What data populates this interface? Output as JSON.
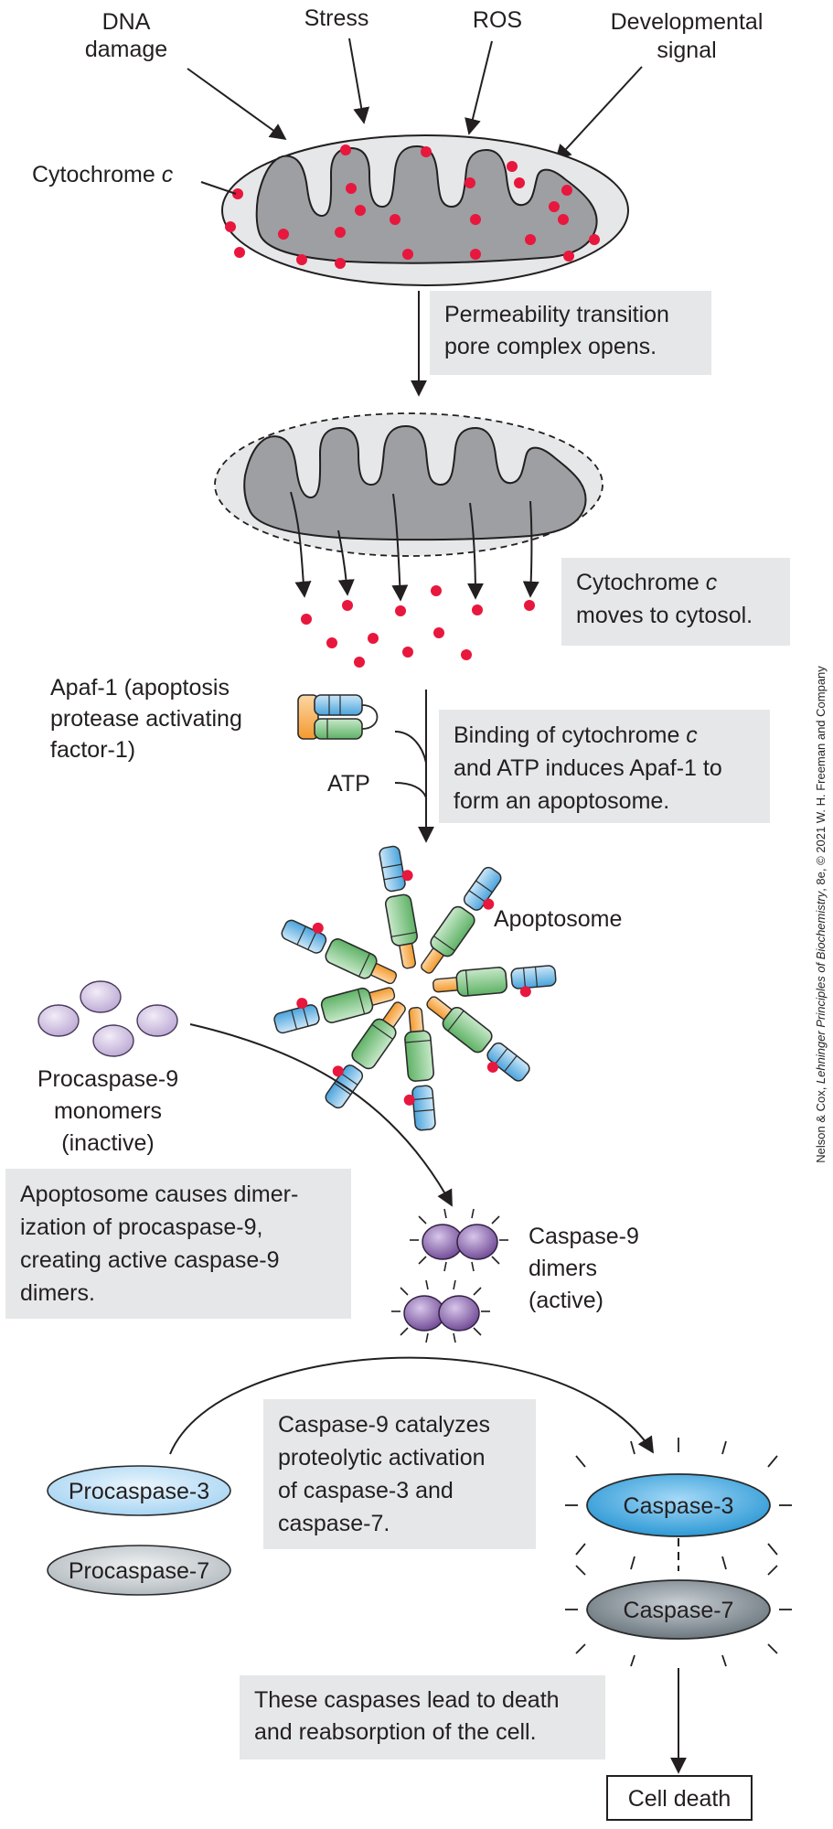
{
  "triggers": {
    "dna_damage_1": "DNA",
    "dna_damage_2": "damage",
    "stress": "Stress",
    "ros": "ROS",
    "developmental_1": "Developmental",
    "developmental_2": "signal"
  },
  "labels": {
    "cytochrome_prefix": "Cytochrome ",
    "cytochrome_c": "c",
    "apaf_1": "Apaf-1 (apoptosis",
    "apaf_2": "protease activating",
    "apaf_3": "factor-1)",
    "atp": "ATP",
    "apoptosome": "Apoptosome",
    "procaspase9_1": "Procaspase-9",
    "procaspase9_2": "monomers",
    "procaspase9_3": "(inactive)",
    "caspase9_1": "Caspase-9",
    "caspase9_2": "dimers",
    "caspase9_3": "(active)",
    "procaspase3": "Procaspase-3",
    "procaspase7": "Procaspase-7",
    "caspase3": "Caspase-3",
    "caspase7": "Caspase-7",
    "cell_death": "Cell death"
  },
  "steps": {
    "s1_1": "Permeability transition",
    "s1_2": "pore complex opens.",
    "s2_1": "Cytochrome ",
    "s2_1c": "c",
    "s2_2": "moves to cytosol.",
    "s3_1": "Binding of cytochrome ",
    "s3_1c": "c",
    "s3_2": "and ATP induces Apaf-1 to",
    "s3_3": "form an apoptosome.",
    "s4_1": "Apoptosome causes dimer-",
    "s4_2": "ization of procaspase-9,",
    "s4_3": "creating active caspase-9",
    "s4_4": "dimers.",
    "s5_1": "Caspase-9 catalyzes",
    "s5_2": "proteolytic activation",
    "s5_3": "of caspase-3 and",
    "s5_4": "caspase-7.",
    "s6_1": "These caspases lead to death",
    "s6_2": "and reabsorption of the cell."
  },
  "credit": {
    "p1": "Nelson & Cox, ",
    "p2": "Lehninger Principles of Biochemistry",
    "p3": ", 8e, © 2021 W. H. Freeman and Company"
  },
  "colors": {
    "cytochrome": "#e8173d",
    "membrane_fill": "#e6e7e8",
    "matrix_fill": "#9d9fa2",
    "orange": "#f7941d",
    "green": "#6cbf73",
    "blue": "#5aaee0",
    "purple": "#7d56a3",
    "lavender": "#c8b7da",
    "caspase3": "#1d9ad6",
    "caspase7": "#5f6b73"
  }
}
